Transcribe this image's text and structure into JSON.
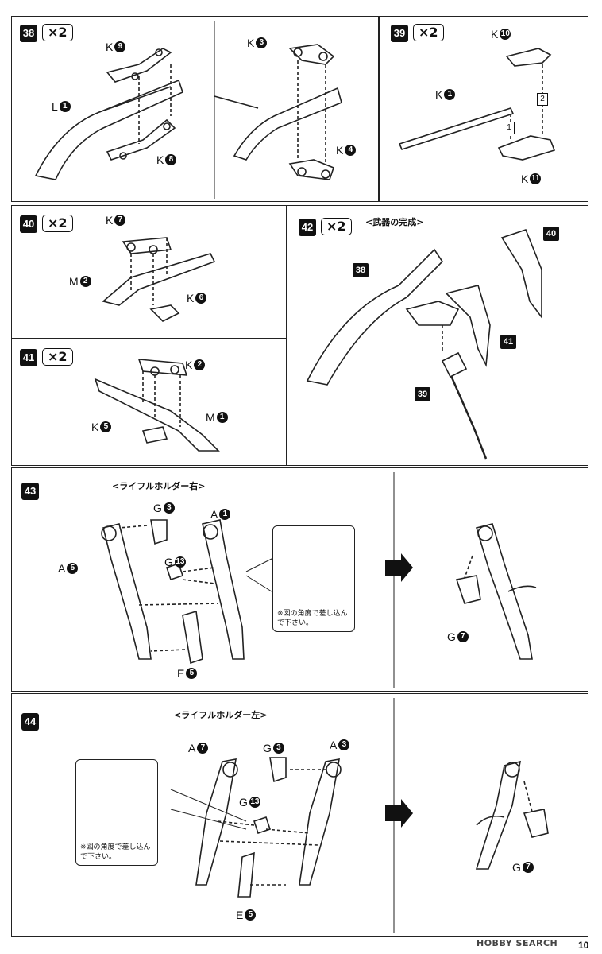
{
  "steps": {
    "s38": {
      "num": "38",
      "times": "×2",
      "labels": {
        "k9": {
          "l": "K",
          "n": "9"
        },
        "l1": {
          "l": "L",
          "n": "1"
        },
        "k8": {
          "l": "K",
          "n": "8"
        },
        "k3": {
          "l": "K",
          "n": "3"
        },
        "k4": {
          "l": "K",
          "n": "4"
        }
      }
    },
    "s39": {
      "num": "39",
      "times": "×2",
      "labels": {
        "k10": {
          "l": "K",
          "n": "10"
        },
        "k1": {
          "l": "K",
          "n": "1"
        },
        "k11": {
          "l": "K",
          "n": "11"
        }
      },
      "order": [
        "1",
        "2"
      ]
    },
    "s40": {
      "num": "40",
      "times": "×2",
      "labels": {
        "k7": {
          "l": "K",
          "n": "7"
        },
        "m2": {
          "l": "M",
          "n": "2"
        },
        "k6": {
          "l": "K",
          "n": "6"
        }
      }
    },
    "s41": {
      "num": "41",
      "times": "×2",
      "labels": {
        "k2": {
          "l": "K",
          "n": "2"
        },
        "m1": {
          "l": "M",
          "n": "1"
        },
        "k5": {
          "l": "K",
          "n": "5"
        }
      }
    },
    "s42": {
      "num": "42",
      "times": "×2",
      "subtitle": "<武器の完成>",
      "refs": {
        "r38": "38",
        "r40": "40",
        "r41": "41",
        "r39": "39"
      }
    },
    "s43": {
      "num": "43",
      "subtitle": "<ライフルホルダー右>",
      "labels": {
        "g3": {
          "l": "G",
          "n": "3"
        },
        "a1": {
          "l": "A",
          "n": "1"
        },
        "a5": {
          "l": "A",
          "n": "5"
        },
        "g13": {
          "l": "G",
          "n": "13"
        },
        "e5": {
          "l": "E",
          "n": "5"
        },
        "g7": {
          "l": "G",
          "n": "7"
        }
      },
      "note": "※図の角度で差し込んで下さい。"
    },
    "s44": {
      "num": "44",
      "subtitle": "<ライフルホルダー左>",
      "labels": {
        "a7": {
          "l": "A",
          "n": "7"
        },
        "g3": {
          "l": "G",
          "n": "3"
        },
        "a3": {
          "l": "A",
          "n": "3"
        },
        "g13": {
          "l": "G",
          "n": "13"
        },
        "e5": {
          "l": "E",
          "n": "5"
        },
        "g7": {
          "l": "G",
          "n": "7"
        }
      },
      "note": "※図の角度で差し込んで下さい。"
    }
  },
  "footer": {
    "logo": "HOBBY SEARCH",
    "page": "10"
  }
}
